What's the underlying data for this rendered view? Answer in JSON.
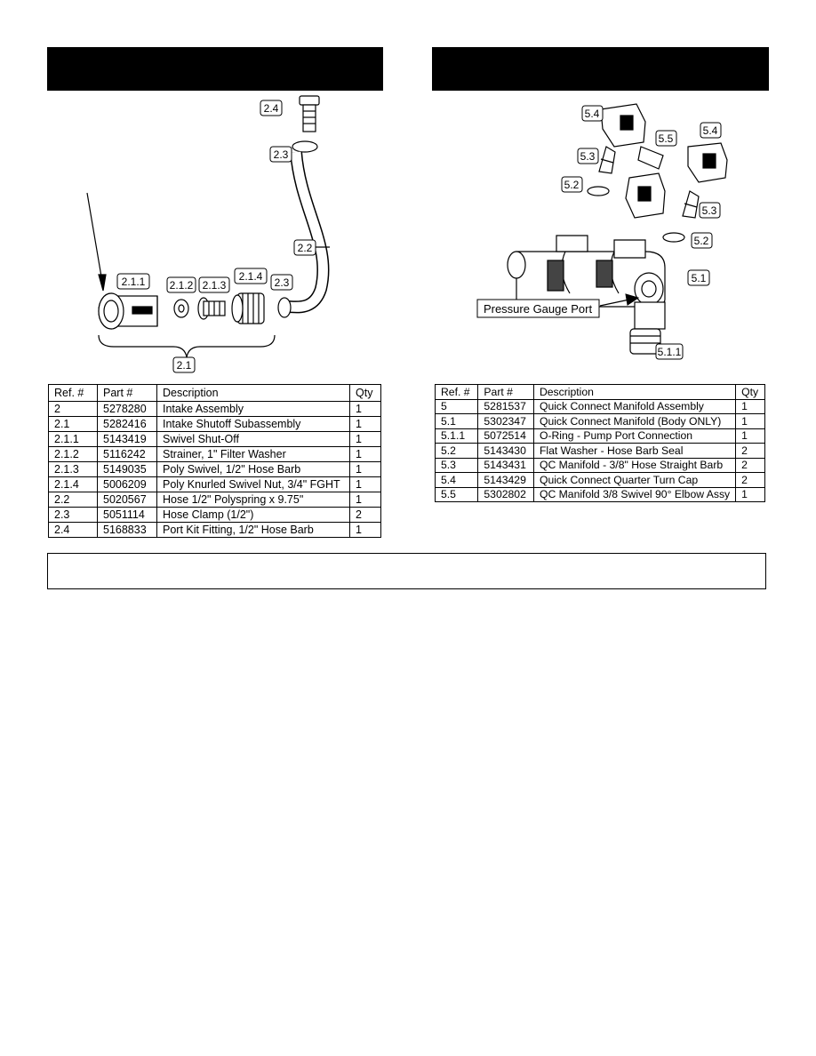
{
  "left_diagram": {
    "callouts": [
      "2.4",
      "2.3",
      "2.2",
      "2.1.1",
      "2.1.2",
      "2.1.3",
      "2.1.4",
      "2.3",
      "2.1"
    ]
  },
  "right_diagram": {
    "callouts": [
      "5.4",
      "5.5",
      "5.4",
      "5.3",
      "5.2",
      "5.3",
      "5.2",
      "5.1",
      "5.1.1"
    ],
    "port_label": "Pressure Gauge Port"
  },
  "left_table": {
    "headers": [
      "Ref. #",
      "Part #",
      "Description",
      "Qty"
    ],
    "rows": [
      [
        "2",
        "5278280",
        "Intake Assembly",
        "1"
      ],
      [
        "2.1",
        "5282416",
        "Intake Shutoff Subassembly",
        "1"
      ],
      [
        "2.1.1",
        "5143419",
        "Swivel Shut-Off",
        "1"
      ],
      [
        "2.1.2",
        "5116242",
        "Strainer, 1\" Filter Washer",
        "1"
      ],
      [
        "2.1.3",
        "5149035",
        "Poly Swivel, 1/2\" Hose Barb",
        "1"
      ],
      [
        "2.1.4",
        "5006209",
        "Poly Knurled Swivel Nut, 3/4\" FGHT",
        "1"
      ],
      [
        "2.2",
        "5020567",
        "Hose 1/2\" Polyspring x 9.75\"",
        "1"
      ],
      [
        "2.3",
        "5051114",
        "Hose Clamp (1/2\")",
        "2"
      ],
      [
        "2.4",
        "5168833",
        "Port Kit Fitting, 1/2\" Hose Barb",
        "1"
      ]
    ]
  },
  "right_table": {
    "headers": [
      "Ref. #",
      "Part #",
      "Description",
      "Qty"
    ],
    "rows": [
      [
        "5",
        "5281537",
        "Quick Connect Manifold Assembly",
        "1"
      ],
      [
        "5.1",
        "5302347",
        "Quick Connect Manifold (Body ONLY)",
        "1"
      ],
      [
        "5.1.1",
        "5072514",
        "O-Ring - Pump Port Connection",
        "1"
      ],
      [
        "5.2",
        "5143430",
        "Flat Washer - Hose Barb Seal",
        "2"
      ],
      [
        "5.3",
        "5143431",
        "QC Manifold - 3/8\" Hose Straight Barb",
        "2"
      ],
      [
        "5.4",
        "5143429",
        "Quick Connect Quarter Turn Cap",
        "2"
      ],
      [
        "5.5",
        "5302802",
        "QC Manifold 3/8 Swivel 90° Elbow Assy",
        "1"
      ]
    ]
  }
}
